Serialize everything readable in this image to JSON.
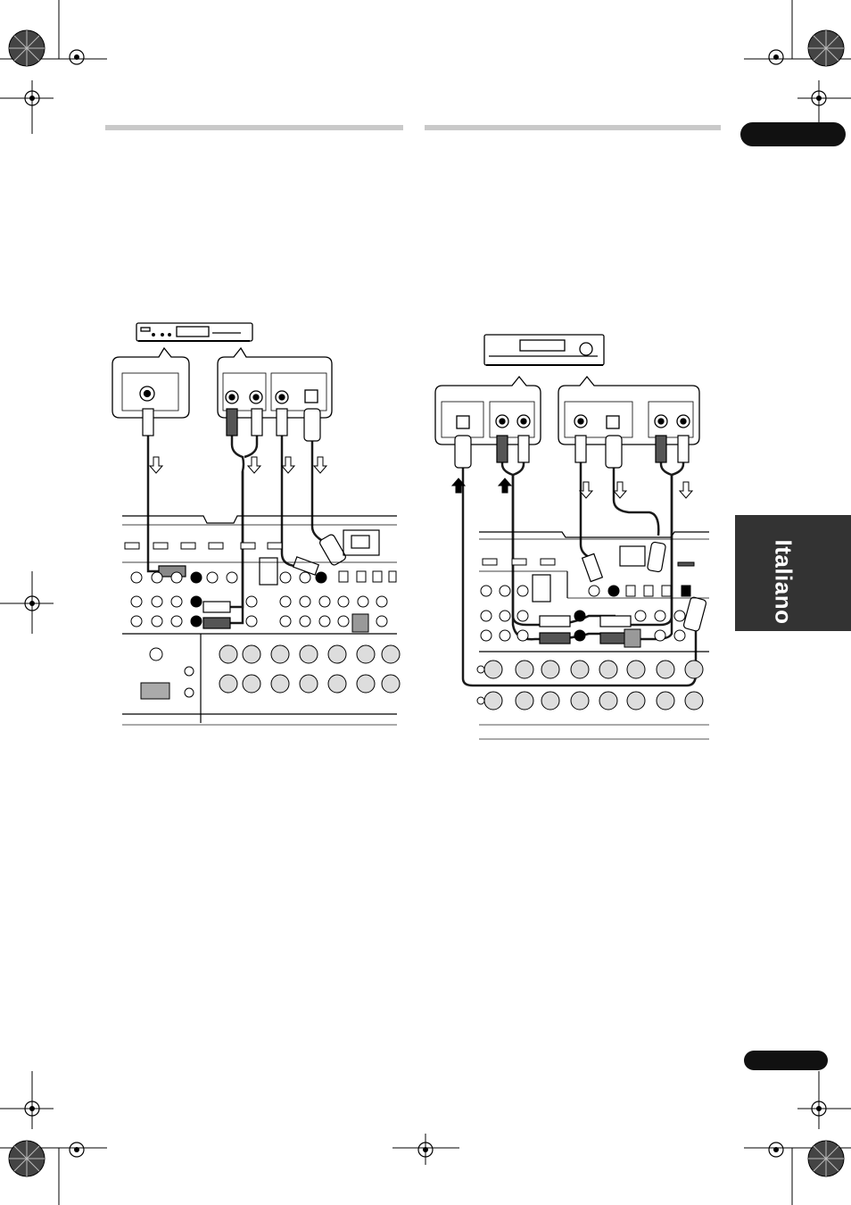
{
  "language_tab": {
    "label": "Italiano"
  },
  "colors": {
    "tab_dark": "#333333",
    "badge_black": "#111111",
    "rule_gray": "#c9c9c9",
    "ink": "#1a1a1a"
  },
  "diagrams": [
    {
      "id": "tuner-connection",
      "device": "tuner",
      "arrow_direction": "down"
    },
    {
      "id": "recorder-connection",
      "device": "recorder",
      "arrow_direction": "up-and-down"
    }
  ]
}
